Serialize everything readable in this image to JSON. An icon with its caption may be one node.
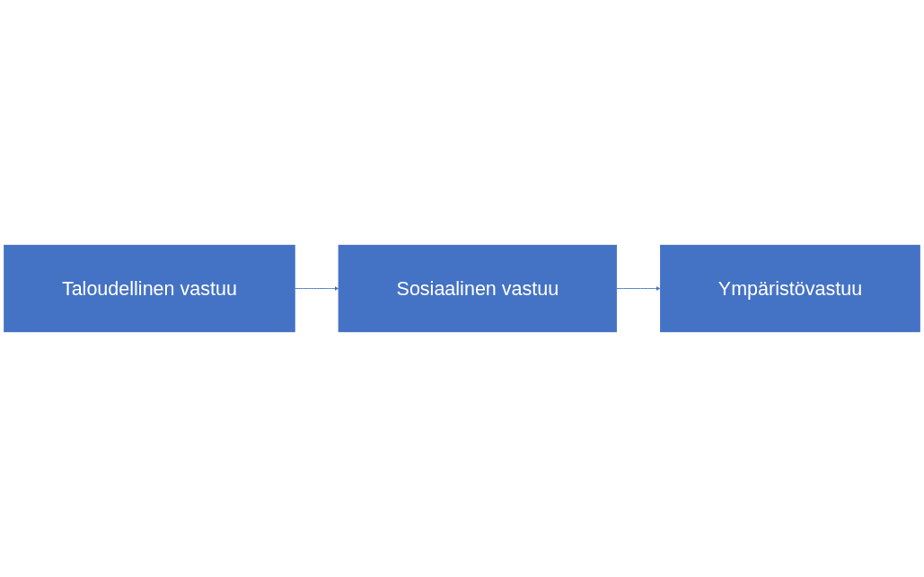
{
  "diagram": {
    "nodes": [
      {
        "text": [
          "Taloudellinen vastuu"
        ]
      },
      {
        "text": [
          "Sosiaalinen vastuu"
        ]
      },
      {
        "text": [
          "Ympäristövastuu"
        ]
      }
    ],
    "edges": [
      {
        "from": 0,
        "to": 1,
        "arrow": "to"
      },
      {
        "from": 1,
        "to": 2,
        "arrow": "to"
      }
    ]
  }
}
